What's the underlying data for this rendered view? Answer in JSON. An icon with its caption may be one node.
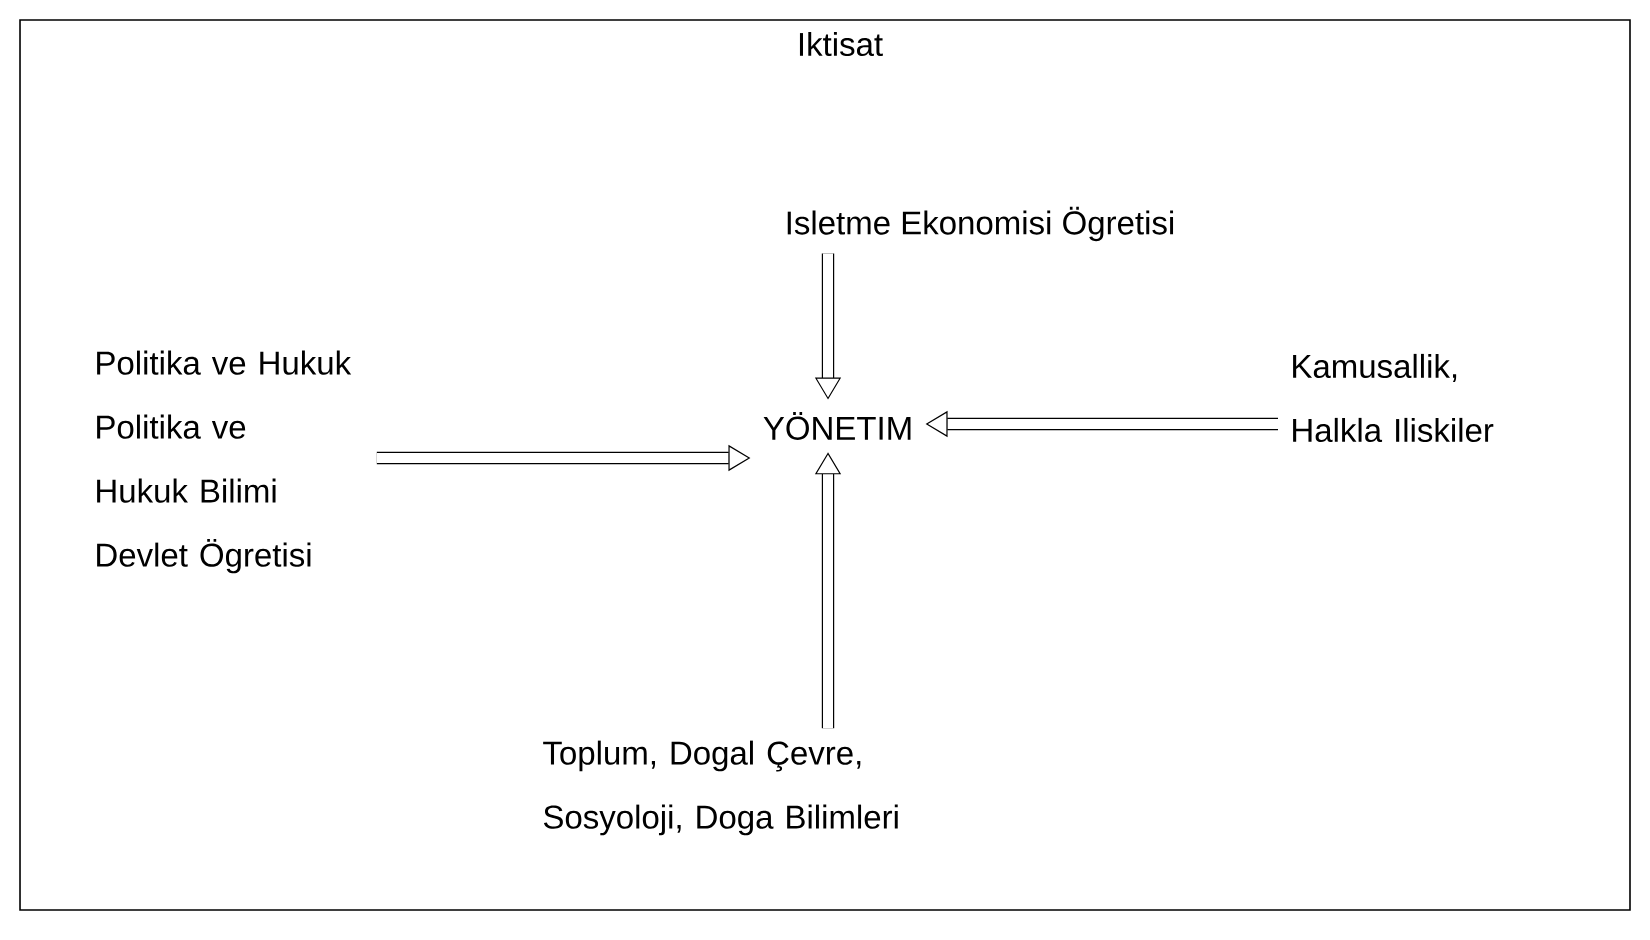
{
  "diagram": {
    "nodes": [
      {
        "text": [
          "Isletme Ekonomisi Ögretisi"
        ]
      },
      {
        "text": [
          "Politika ve Hukuk",
          "Politika ve Hukuk Bilimi",
          "Devlet Ögretisi"
        ]
      },
      {
        "text": [
          "YÖNETIM"
        ]
      },
      {
        "text": [
          "Kamusallik, Halkla Iliskiler"
        ]
      },
      {
        "text": [
          "Toplum, Dogal Çevre, Sosyoloji, Doga Bilimleri"
        ]
      }
    ],
    "edges": [
      {
        "from": 0,
        "to": 2,
        "arrow": "to"
      },
      {
        "from": 1,
        "to": 2,
        "arrow": "to"
      },
      {
        "from": 3,
        "to": 2,
        "arrow": "to"
      },
      {
        "from": 4,
        "to": 2,
        "arrow": "to"
      }
    ],
    "labels": [
      "Iktisat"
    ]
  }
}
